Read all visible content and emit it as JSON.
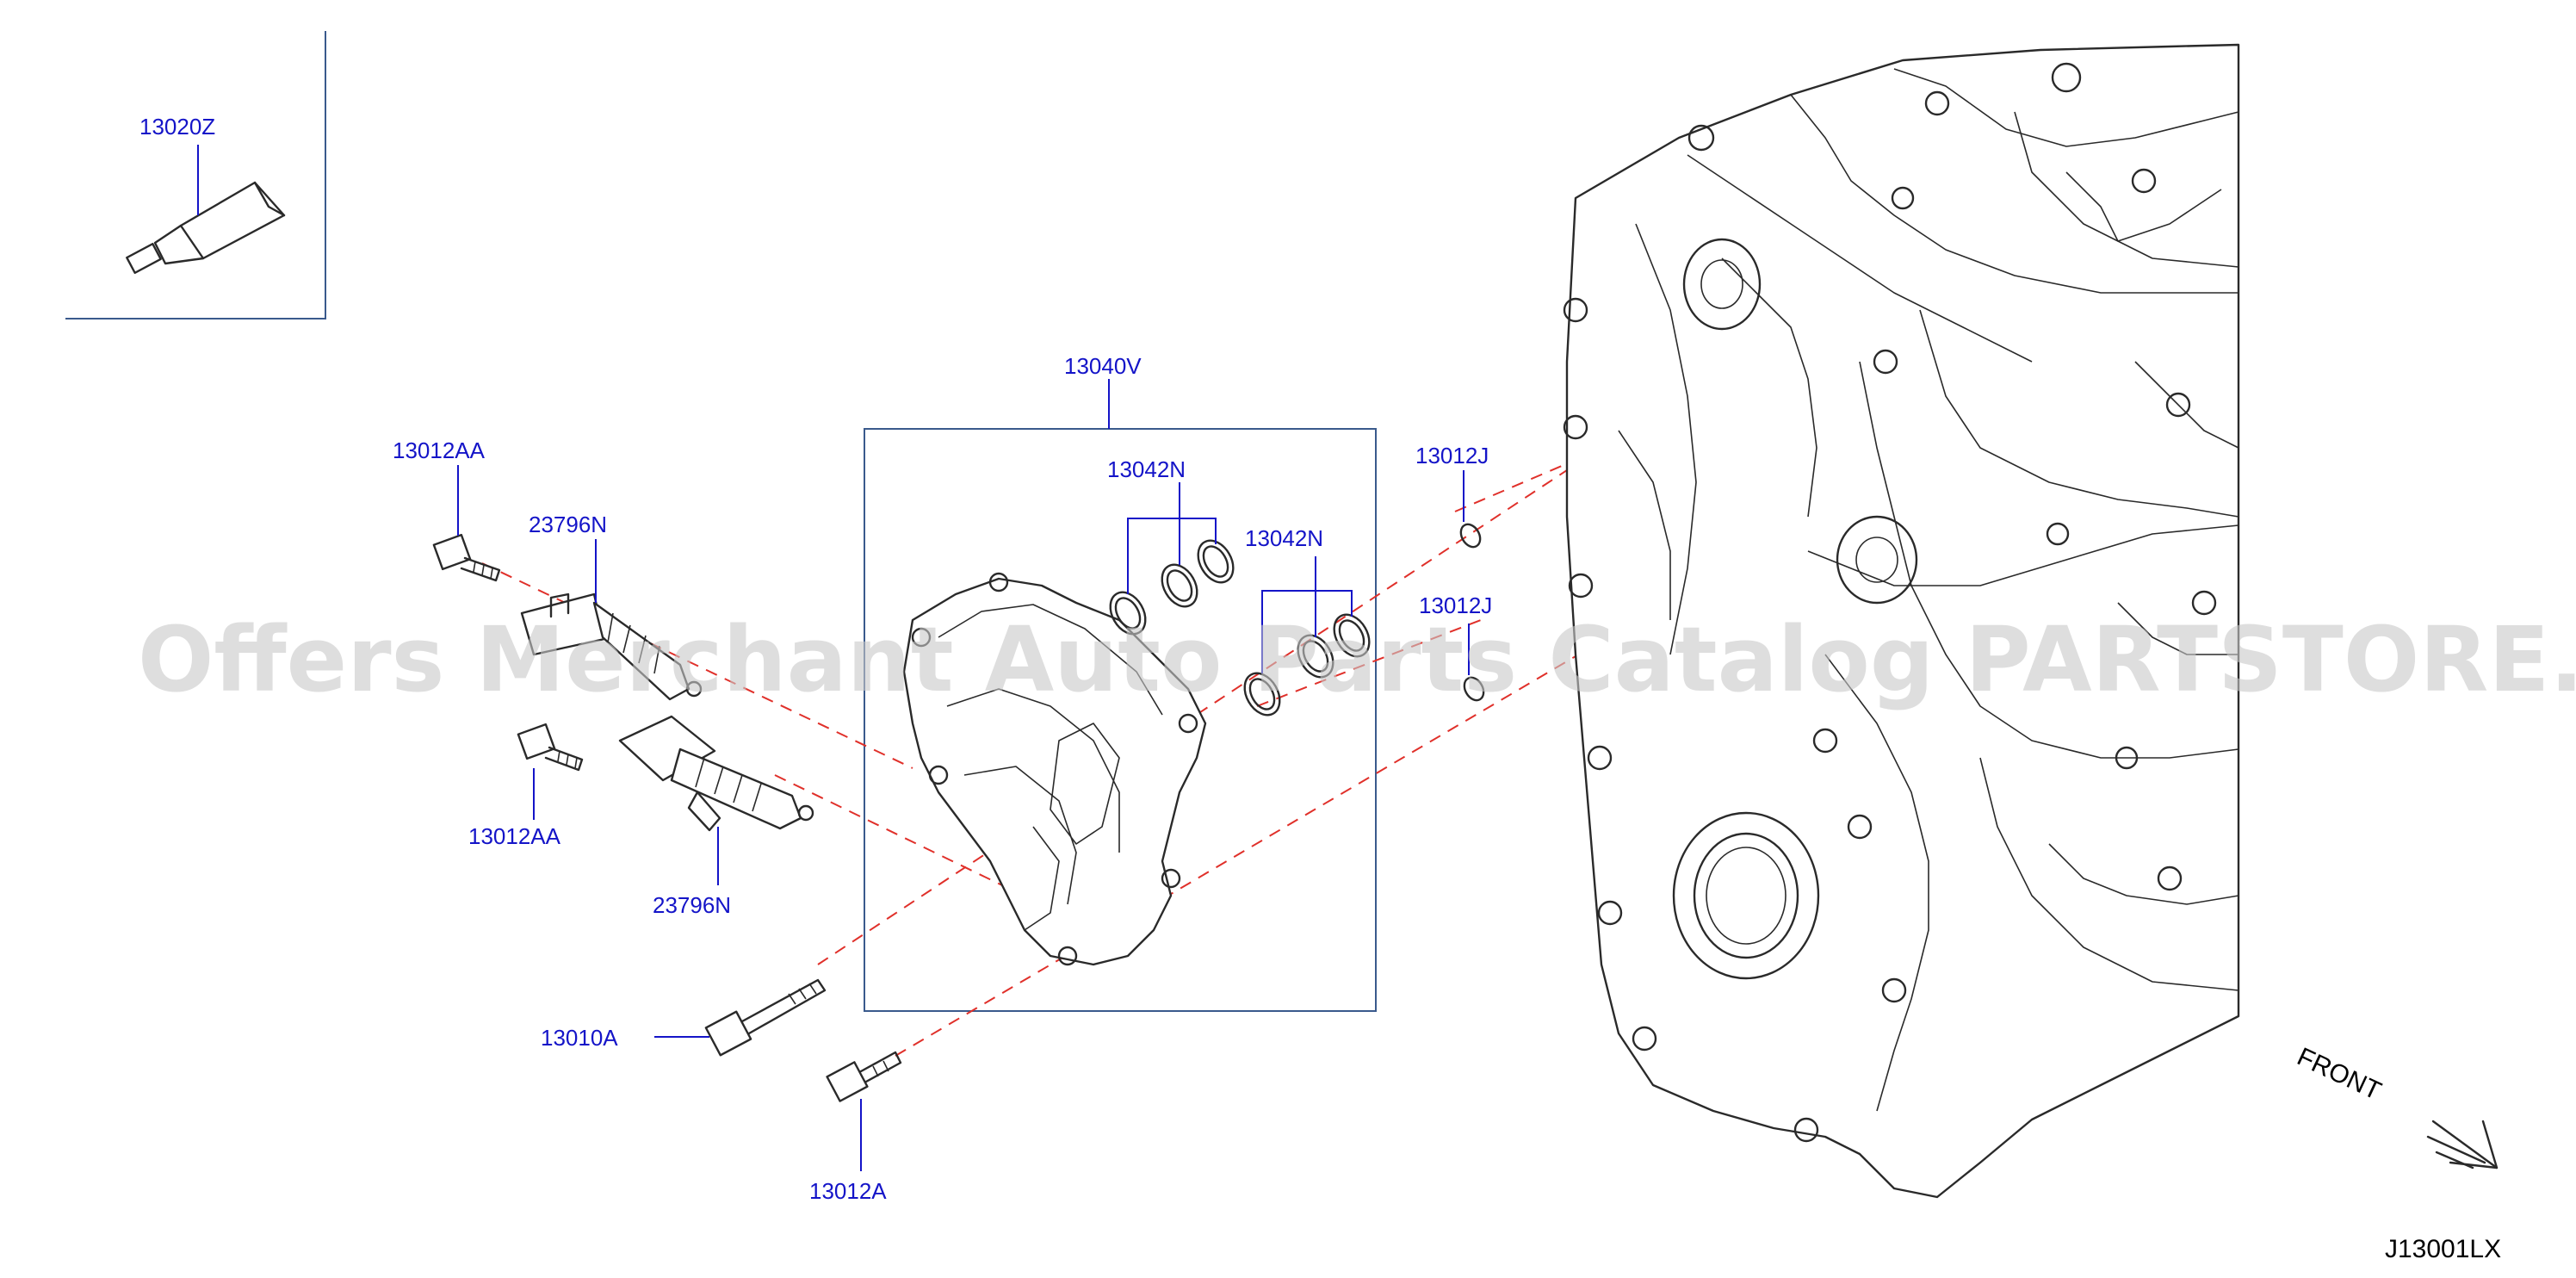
{
  "labels": {
    "sealant": "13020Z",
    "kit": "13040V",
    "oring_top": "13042N",
    "oring_right": "13042N",
    "bolt_aa_top": "13012AA",
    "bolt_aa_bottom": "13012AA",
    "valve_top": "23796N",
    "valve_bottom": "23796N",
    "seal_j_top": "13012J",
    "seal_j_bottom": "13012J",
    "bolt_10a": "13010A",
    "bolt_12a": "13012A"
  },
  "front_label": "FRONT",
  "diagram_code": "J13001LX",
  "watermark": "Offers Merchant Auto Parts Catalog PARTSTORE.SA",
  "colors": {
    "label": "#1414c8",
    "line_art": "#2a2a2a",
    "dashed_guide": "#e0302a",
    "kit_frame": "#3a5a8c",
    "watermark": "#c8c8c8"
  }
}
